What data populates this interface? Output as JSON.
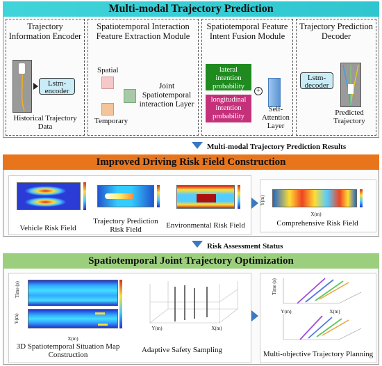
{
  "section1": {
    "title": "Multi-modal Trajectory Prediction",
    "encoder_title": "Trajectory Information Encoder",
    "encoder_box": "Lstm-encoder",
    "encoder_caption": "Historical Trajectory Data",
    "extract_title": "Spatiotemporal Interaction Feature Extraction Module",
    "spatial_label": "Spatial",
    "temporary_label": "Temporary",
    "joint_label": "Joint Spatiotemporal interaction Layer",
    "fusion_title": "Spatiotemporal Feature Intent Fusion Module",
    "lateral_label": "lateral intention probability",
    "longitudinal_label": "longitudinal intention probability",
    "attention_label": "Self-Attention Layer",
    "decoder_title": "Trajectory Prediction Decoder",
    "decoder_box": "Lstm-decoder",
    "decoder_caption": "Predicted Trajectory"
  },
  "link1": "Multi-modal Trajectory Prediction Results",
  "section2": {
    "title": "Improved Driving Risk Field Construction",
    "vehicle_caption": "Vehicle Risk Field",
    "trajectory_caption": "Trajectory Prediction Risk Field",
    "environment_caption": "Environmental Risk Field",
    "comprehensive_caption": "Comprehensive Risk Field",
    "y_axis": "Y(m)",
    "x_axis": "X(m)"
  },
  "link2": "Risk Assessment Status",
  "section3": {
    "title": "Spatiotemporal Joint Trajectory Optimization",
    "map_caption": "3D Spatiotemporal Situation Map Construction",
    "sampling_caption": "Adaptive Safety Sampling",
    "planning_caption": "Multi-objective Trajectory Planning",
    "time_axis": "Time (s)",
    "y_axis": "Y(m)",
    "x_axis": "X(m)"
  },
  "colors": {
    "banner_top": "#2fd0d8",
    "banner_mid": "#e8741c",
    "banner_bottom": "#9ccf7d",
    "green": "#1f8a1f",
    "magenta": "#c4317a",
    "lstm": "#c9ecf7"
  }
}
